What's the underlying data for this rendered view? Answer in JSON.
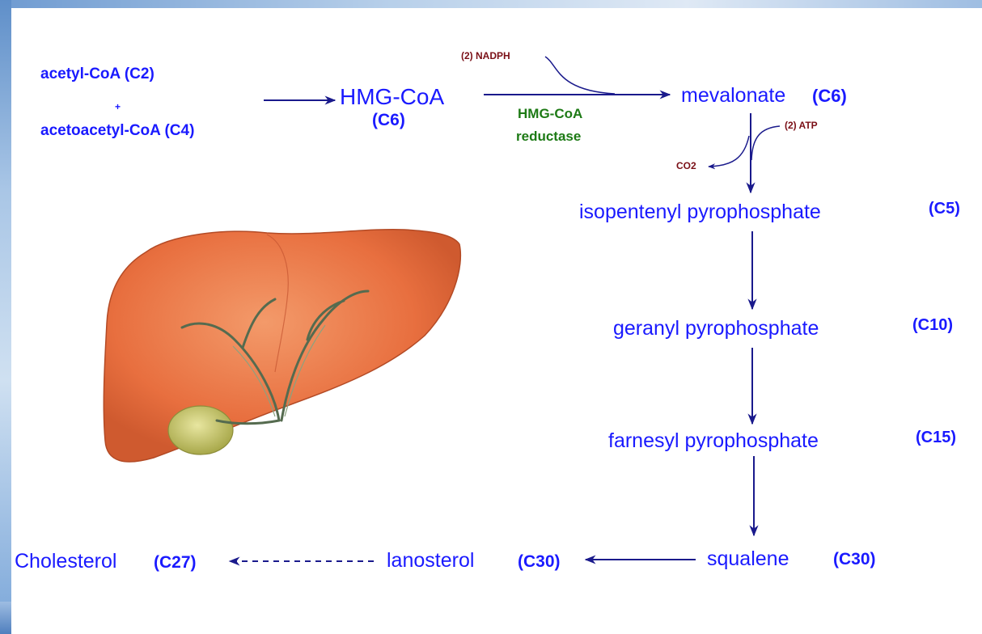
{
  "diagram": {
    "substrates": {
      "acetyl": "acetyl-CoA (C2)",
      "plus": "+",
      "acetoacetyl": "acetoacetyl-CoA (C4)"
    },
    "hmg_coa": {
      "name": "HMG-CoA",
      "carbons": "(C6)"
    },
    "enzyme": {
      "line1": "HMG-CoA",
      "line2": "reductase"
    },
    "cofactors": {
      "nadph": "(2) NADPH",
      "atp": "(2) ATP",
      "co2": "CO2"
    },
    "mevalonate": {
      "name": "mevalonate",
      "carbons": "(C6)"
    },
    "isopentenyl": {
      "name": "isopentenyl pyrophosphate",
      "carbons": "(C5)"
    },
    "geranyl": {
      "name": "geranyl pyrophosphate",
      "carbons": "(C10)"
    },
    "farnesyl": {
      "name": "farnesyl pyrophosphate",
      "carbons": "(C15)"
    },
    "squalene": {
      "name": "squalene",
      "carbons": "(C30)"
    },
    "lanosterol": {
      "name": "lanosterol",
      "carbons": "(C30)"
    },
    "cholesterol": {
      "name": "Cholesterol",
      "carbons": "(C27)"
    }
  },
  "colors": {
    "pathway": "#1a1aff",
    "arrow": "#1a1a8c",
    "cofactor": "#7a0f16",
    "enzyme": "#1d7a15",
    "liver": "#e86f3f",
    "gallbladder": "#c9c96a",
    "ducts": "#556b4f"
  },
  "illustration": {
    "icon": "liver-illustration"
  }
}
